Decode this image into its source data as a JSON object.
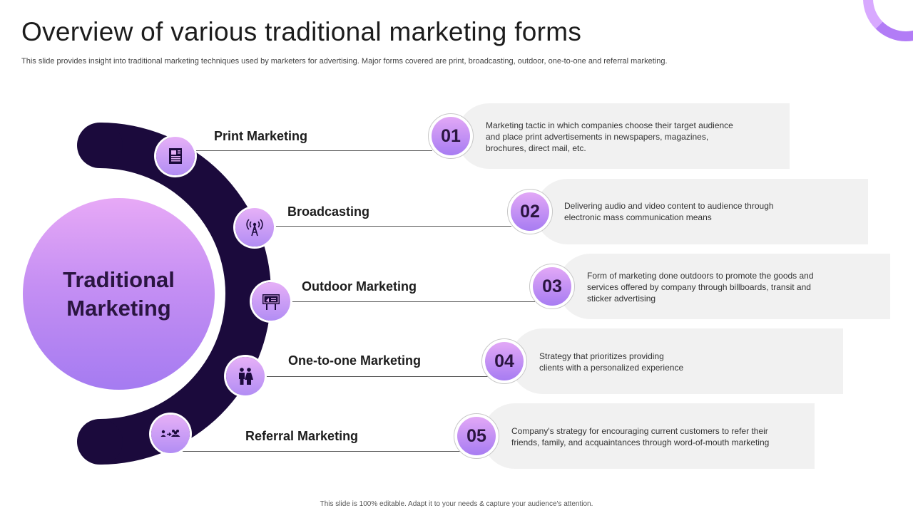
{
  "title": "Overview of various traditional marketing forms",
  "subtitle": "This slide provides insight into traditional marketing techniques used by marketers for advertising. Major forms covered are print, broadcasting, outdoor, one-to-one and referral marketing.",
  "center_label": "Traditional\nMarketing",
  "footer": "This slide is 100% editable.  Adapt it to your needs & capture your audience's attention.",
  "colors": {
    "arc": "#1b0a3c",
    "accent_light": "#e6b0f7",
    "accent_dark": "#a57bf1",
    "pill": "#f1f1f1"
  },
  "items": [
    {
      "number": "01",
      "label": "Print Marketing",
      "icon": "newspaper-icon",
      "text": "Marketing tactic in which companies choose their target audience\nand place print advertisements  in newspapers,  magazines,\nbrochures, direct mail, etc."
    },
    {
      "number": "02",
      "label": "Broadcasting",
      "icon": "broadcast-tower-icon",
      "text": "Delivering  audio and video  content to audience through\nelectronic mass communication means"
    },
    {
      "number": "03",
      "label": "Outdoor Marketing",
      "icon": "billboard-icon",
      "text": "Form of marketing done outdoors to promote  the goods and\nservices offered  by company through  billboards, transit and\nsticker advertising"
    },
    {
      "number": "04",
      "label": "One-to-one Marketing",
      "icon": "couple-icon",
      "text": "Strategy that prioritizes providing\nclients with  a personalized experience"
    },
    {
      "number": "05",
      "label": "Referral Marketing",
      "icon": "referral-people-icon",
      "text": "Company's strategy for encouraging  current customers to refer  their\nfriends, family, and acquaintances through word-of-mouth  marketing"
    }
  ]
}
